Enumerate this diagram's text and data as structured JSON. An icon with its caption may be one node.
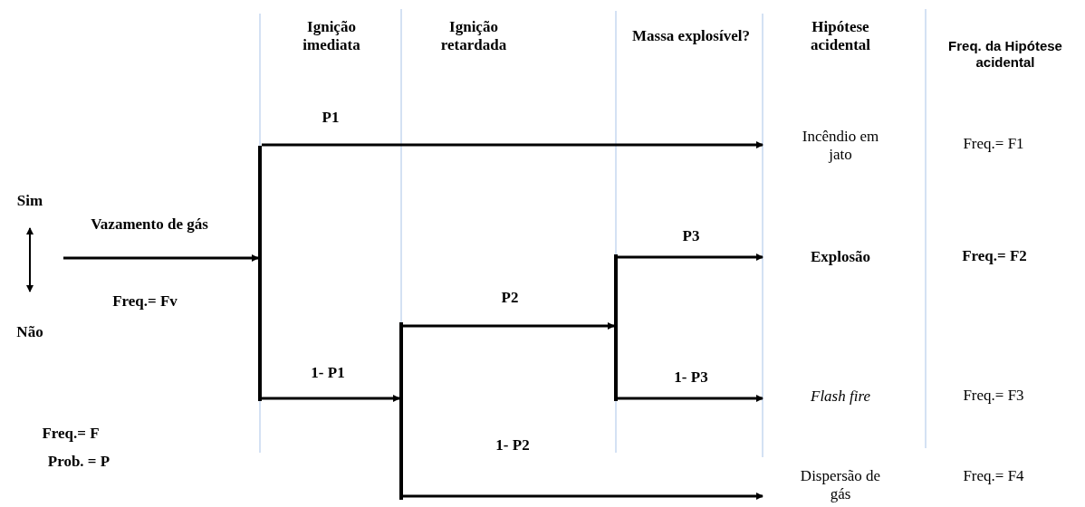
{
  "diagram": {
    "nodes": [
      {
        "text": [],
        "shape": "bar"
      },
      {
        "text": [],
        "shape": "bar"
      },
      {
        "text": [],
        "shape": "bar"
      },
      {
        "text": [
          "Incêndio em jato"
        ]
      },
      {
        "text": [
          "Explosão"
        ]
      },
      {
        "text": [
          "Flash fire"
        ]
      },
      {
        "text": [
          "Dispersão de gás"
        ]
      }
    ],
    "edges": [
      {
        "from": null,
        "to": 0,
        "arrow": "to",
        "label": "Vazamento de gás"
      },
      {
        "from": 0,
        "to": 3,
        "arrow": "to",
        "label": "P1"
      },
      {
        "from": 0,
        "to": 1,
        "arrow": "to",
        "label": "1- P1"
      },
      {
        "from": 1,
        "to": 2,
        "arrow": "to",
        "label": "P2"
      },
      {
        "from": 1,
        "to": 6,
        "arrow": "to",
        "label": "1- P2"
      },
      {
        "from": 2,
        "to": 4,
        "arrow": "to",
        "label": "P3"
      },
      {
        "from": 2,
        "to": 5,
        "arrow": "to",
        "label": "1- P3"
      }
    ],
    "labels": [
      "Ignição imediata",
      "Ignição retardada",
      "Massa explosível?",
      "Hipótese acidental",
      "Freq. da Hipótese acidental",
      "Sim",
      "Não",
      "Freq.= Fv",
      "Freq.= F",
      "Prob. = P",
      "Freq.= F1",
      "Freq.= F2",
      "Freq.= F3",
      "Freq.= F4"
    ]
  }
}
